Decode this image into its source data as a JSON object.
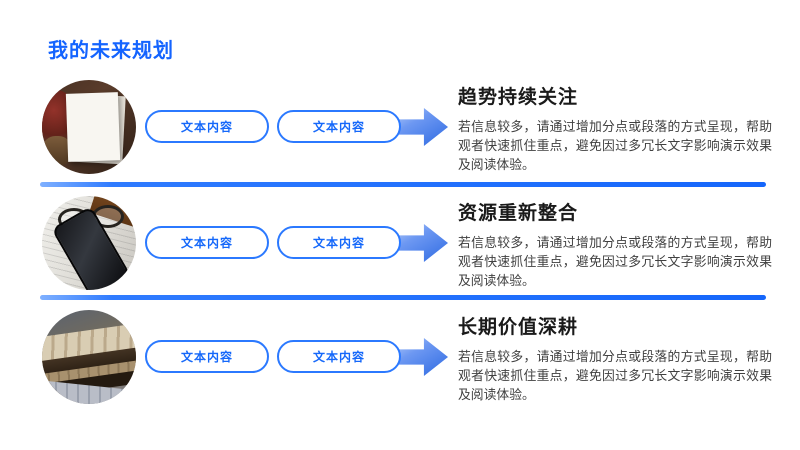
{
  "slide": {
    "title": "我的未来规划",
    "colors": {
      "accent": "#1464ff",
      "pill_border": "#2b79ff",
      "heading_text": "#1a1a1a",
      "body_text": "#404040"
    },
    "rows": [
      {
        "heading": "趋势持续关注",
        "tags": [
          "文本内容",
          "文本内容"
        ],
        "body": "若信息较多，请通过增加分点或段落的方式呈现，帮助观者快速抓住重点，避免因过多冗长文字影响演示效果及阅读体验。",
        "image_alt": "白色卡纸与干花木桌照片"
      },
      {
        "heading": "资源重新整合",
        "tags": [
          "文本内容",
          "文本内容"
        ],
        "body": "若信息较多，请通过增加分点或段落的方式呈现，帮助观者快速抓住重点，避免因过多冗长文字影响演示效果及阅读体验。",
        "image_alt": "报纸上的手机与眼镜照片"
      },
      {
        "heading": "长期价值深耕",
        "tags": [
          "文本内容",
          "文本内容"
        ],
        "body": "若信息较多，请通过增加分点或段落的方式呈现，帮助观者快速抓住重点，避免因过多冗长文字影响演示效果及阅读体验。",
        "image_alt": "旧书报纸堆叠照片"
      }
    ]
  }
}
